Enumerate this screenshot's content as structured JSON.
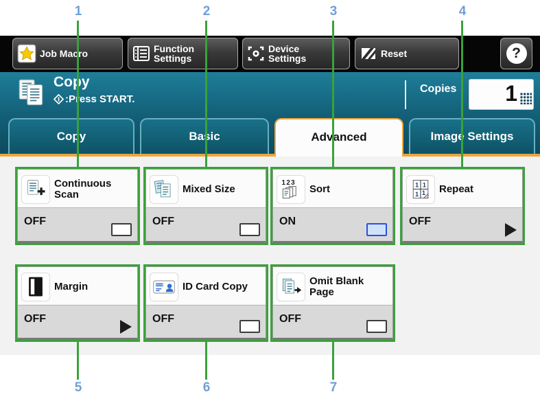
{
  "toolbar": {
    "items": [
      {
        "label": "Job Macro",
        "icon": "star-icon"
      },
      {
        "label": "Function Settings",
        "icon": "function-list-icon"
      },
      {
        "label": "Device Settings",
        "icon": "device-gear-icon"
      },
      {
        "label": "Reset",
        "icon": "reset-icon"
      }
    ],
    "help_label": "?"
  },
  "header": {
    "title": "Copy",
    "subtitle": ":Press START.",
    "subtitle_icon": "start-diamond-icon",
    "copies_label": "Copies",
    "copies_value": "1"
  },
  "tabs": [
    {
      "label": "Copy",
      "selected": false
    },
    {
      "label": "Basic",
      "selected": false
    },
    {
      "label": "Advanced",
      "selected": true
    },
    {
      "label": "Image Settings",
      "selected": false
    }
  ],
  "features": [
    {
      "label": "Continuous Scan",
      "status": "OFF",
      "control": "checkbox",
      "checked": false,
      "icon": "continuous-scan-icon",
      "callout": "1"
    },
    {
      "label": "Mixed Size",
      "status": "OFF",
      "control": "checkbox",
      "checked": false,
      "icon": "mixed-size-icon",
      "callout": "2"
    },
    {
      "label": "Sort",
      "status": "ON",
      "control": "checkbox",
      "checked": true,
      "icon": "sort-icon",
      "callout": "3"
    },
    {
      "label": "Repeat",
      "status": "OFF",
      "control": "arrow",
      "checked": false,
      "icon": "repeat-icon",
      "callout": "4"
    },
    {
      "label": "Margin",
      "status": "OFF",
      "control": "arrow",
      "checked": false,
      "icon": "margin-icon",
      "callout": "5"
    },
    {
      "label": "ID Card Copy",
      "status": "OFF",
      "control": "checkbox",
      "checked": false,
      "icon": "id-card-icon",
      "callout": "6"
    },
    {
      "label": "Omit Blank Page",
      "status": "OFF",
      "control": "checkbox",
      "checked": false,
      "icon": "omit-blank-page-icon",
      "callout": "7"
    }
  ],
  "callouts": {
    "top": [
      {
        "number": "1"
      },
      {
        "number": "2"
      },
      {
        "number": "3"
      },
      {
        "number": "4"
      }
    ],
    "bottom": [
      {
        "number": "5"
      },
      {
        "number": "6"
      },
      {
        "number": "7"
      }
    ]
  },
  "colors": {
    "header_teal": "#135d75",
    "selected_tab_border": "#f0a43c",
    "callout_line_green": "#3aa23a",
    "callout_number_blue": "#6f9fd8",
    "checked_checkbox_border": "#2b50dd",
    "status_bar_gray": "#d9d9d9"
  }
}
